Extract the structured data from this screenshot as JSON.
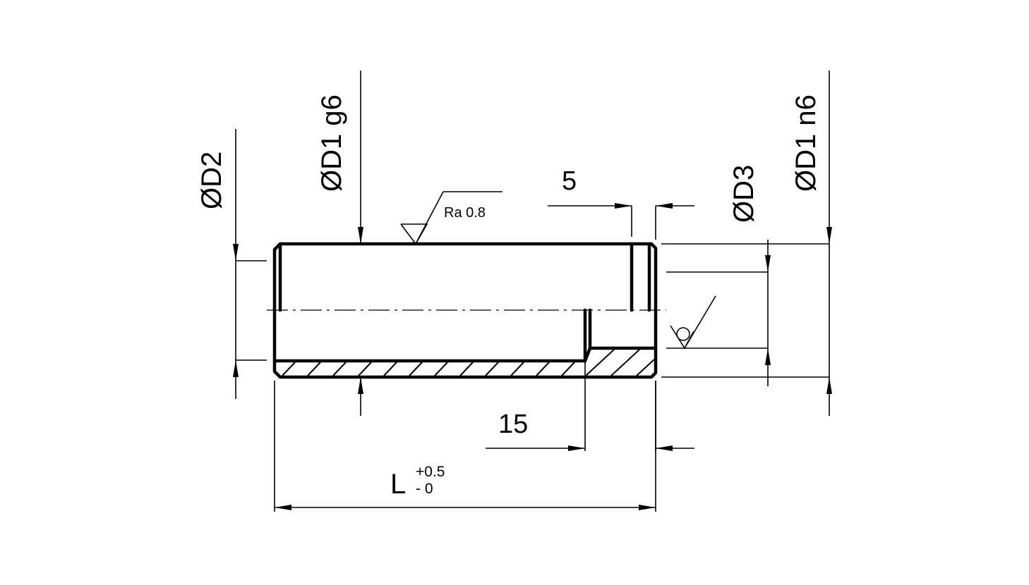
{
  "labels": {
    "d2": "ØD2",
    "d1_g6": "ØD1 g6",
    "d3": "ØD3",
    "d1_n6": "ØD1 n6",
    "roughness": "Ra 0.8",
    "dim_5": "5",
    "dim_15": "15",
    "dim_l": "L",
    "tol_upper": "+0.5",
    "tol_lower": "- 0"
  }
}
